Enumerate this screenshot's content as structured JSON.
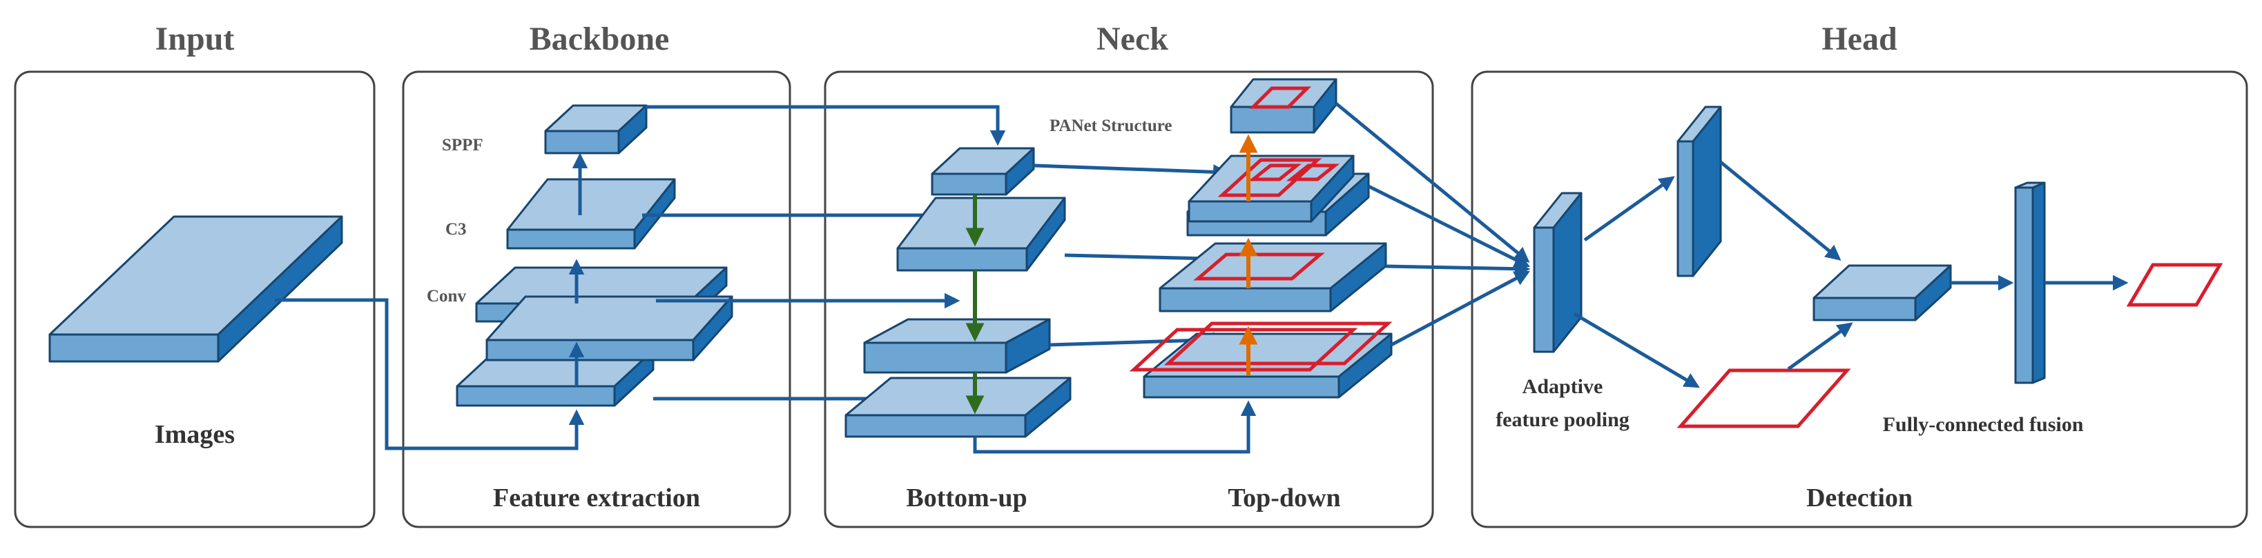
{
  "sections": {
    "input": {
      "title": "Input",
      "caption": "Images"
    },
    "backbone": {
      "title": "Backbone",
      "caption": "Feature extraction",
      "labels": {
        "sppf": "SPPF",
        "c3": "C3",
        "conv": "Conv"
      }
    },
    "neck": {
      "title": "Neck",
      "caption_left": "Bottom-up",
      "caption_right": "Top-down",
      "structure_label": "PANet Structure"
    },
    "head": {
      "title": "Head",
      "caption": "Detection",
      "pooling_label_line1": "Adaptive",
      "pooling_label_line2": "feature pooling",
      "fusion_label": "Fully-connected fusion"
    }
  },
  "colors": {
    "block_top": "#a9c8e4",
    "block_front": "#6ea6d3",
    "block_side": "#1c6eb0",
    "arrow_blue": "#1c5b9a",
    "arrow_green": "#2f6b1e",
    "arrow_orange": "#e06b00",
    "box_red": "#d81e2c"
  }
}
